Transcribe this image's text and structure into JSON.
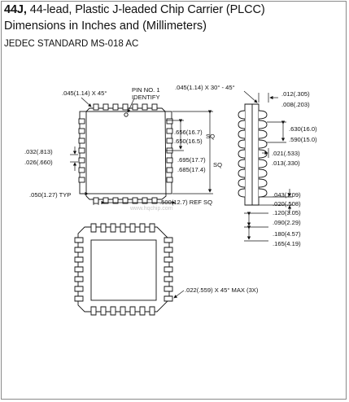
{
  "header": {
    "title_bold": "44J,",
    "title_rest": " 44-lead, Plastic J-leaded Chip Carrier (PLCC)",
    "subtitle": "Dimensions in Inches and (Millimeters)",
    "standard": "JEDEC STANDARD MS-018 AC"
  },
  "labels": {
    "chamfer_top": ".045(1.14) X 45°",
    "pin1_line1": "PIN NO. 1",
    "pin1_line2": "IDENTIFY",
    "chamfer_side": ".045(1.14) X 30° - 45°",
    "lead_thick_max": ".012(.305)",
    "lead_thick_min": ".008(.203)",
    "body_max": ".656(16.7)",
    "body_min": ".650(16.5)",
    "sq_body": "SQ",
    "footprint_max": ".630(16.0)",
    "footprint_min": ".590(15.0)",
    "lead_w_max": ".032(.813)",
    "lead_w_min": ".026(.660)",
    "overall_max": ".695(17.7)",
    "overall_min": ".685(17.4)",
    "sq_overall": "SQ",
    "lead_j_max": ".021(.533)",
    "lead_j_min": ".013(.330)",
    "pitch": ".050(1.27) TYP",
    "ref": ".500(12.7) REF SQ",
    "standoff": ".043(1.09)",
    "standoff2": ".020(.508)",
    "h1_max": ".120(3.05)",
    "h1_min": ".090(2.29)",
    "h2_max": ".180(4.57)",
    "h2_min": ".165(4.19)",
    "corner": ".022(.559) X 45° MAX (3X)",
    "watermark": "www.hqchip.com"
  }
}
